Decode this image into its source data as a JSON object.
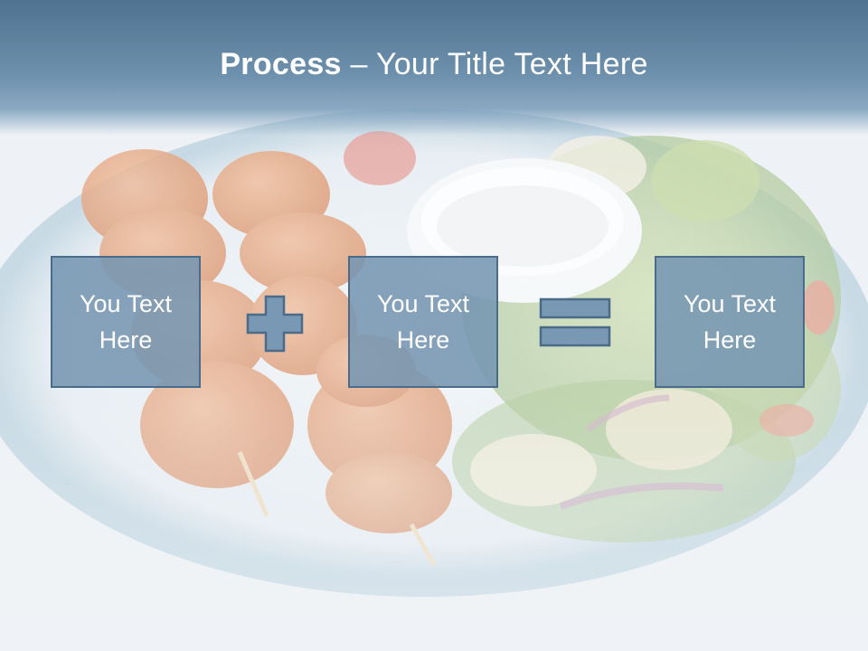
{
  "title": {
    "bold": "Process",
    "rest": " – Your Title Text Here"
  },
  "boxes": [
    {
      "text": "You Text\nHere"
    },
    {
      "text": "You Text\nHere"
    },
    {
      "text": "You Text\nHere"
    }
  ],
  "operators": [
    "plus",
    "equals"
  ],
  "colors": {
    "box_fill": "#7696b2",
    "box_border": "#4a6b89",
    "title_band": "#5a7d9b",
    "text": "#ffffff"
  }
}
